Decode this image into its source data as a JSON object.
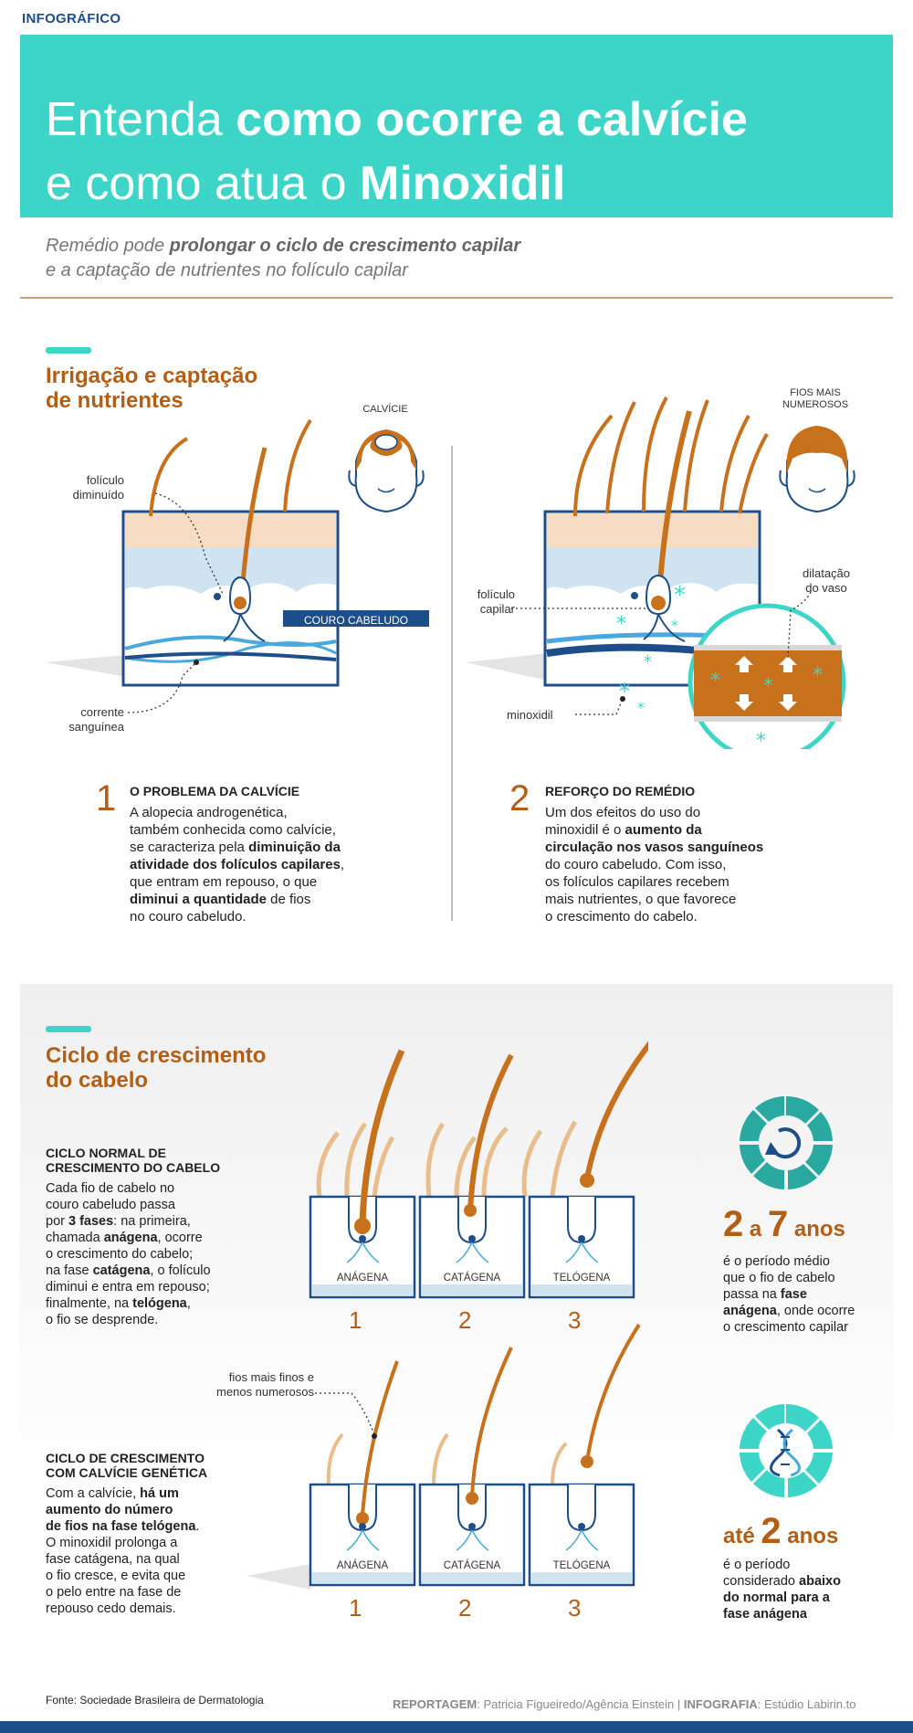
{
  "kicker": "INFOGRÁFICO",
  "hero": {
    "line1_light": "Entenda ",
    "line1_bold": "como ocorre a calvície",
    "line2_light": "e como atua o ",
    "line2_bold": "Minoxidil"
  },
  "subtitle": {
    "line1_a": "Remédio pode ",
    "line1_b": "prolongar o ciclo de crescimento capilar",
    "line2": "e a captação de nutrientes no folículo capilar"
  },
  "section1": {
    "title_line1": "Irrigação e captação",
    "title_line2": "de nutrientes",
    "label_calvicie": "CALVÍCIE",
    "label_fios_1": "FIOS MAIS",
    "label_fios_2": "NUMEROSOS",
    "label_foliculo_dim_1": "folículo",
    "label_foliculo_dim_2": "diminuído",
    "label_couro": "COURO CABELUDO",
    "label_corrente_1": "corrente",
    "label_corrente_2": "sanguínea",
    "label_foliculo_cap_1": "folículo",
    "label_foliculo_cap_2": "capilar",
    "label_dilatacao_1": "dilatação",
    "label_dilatacao_2": "do vaso",
    "label_minoxidil": "minoxidil",
    "step1": {
      "num": "1",
      "heading": "O PROBLEMA DA CALVÍCIE",
      "l1": "A alopecia androgenética,",
      "l2": "também conhecida como calvície,",
      "l3a": "se caracteriza pela ",
      "l3b": "diminuição da",
      "l4": "atividade dos folículos capilares",
      "l4c": ",",
      "l5": "que entram em repouso, o que",
      "l6a": "diminui a quantidade",
      "l6b": " de fios",
      "l7": "no couro cabeludo."
    },
    "step2": {
      "num": "2",
      "heading": "REFORÇO DO REMÉDIO",
      "l1": "Um dos efeitos do uso do",
      "l2a": "minoxidil é o ",
      "l2b": "aumento da",
      "l3": "circulação nos vasos sanguíneos",
      "l4": "do couro cabeludo. Com isso,",
      "l5": "os folículos capilares recebem",
      "l6": "mais nutrientes, o que favorece",
      "l7": "o crescimento do cabelo."
    }
  },
  "section2": {
    "title_line1": "Ciclo de crescimento",
    "title_line2": "do cabelo",
    "normal": {
      "heading1": "CICLO NORMAL DE",
      "heading2": "CRESCIMENTO DO CABELO",
      "l1": "Cada fio de cabelo no",
      "l2": "couro cabeludo passa",
      "l3a": "por ",
      "l3b": "3 fases",
      "l3c": ": na primeira,",
      "l4a": "chamada ",
      "l4b": "anágena",
      "l4c": ", ocorre",
      "l5": "o crescimento do cabelo;",
      "l6a": "na fase ",
      "l6b": "catágena",
      "l6c": ", o folículo",
      "l7": "diminui e entra em repouso;",
      "l8a": "finalmente, na ",
      "l8b": "telógena",
      "l8c": ",",
      "l9": "o fio se desprende."
    },
    "genetic": {
      "heading1": "CICLO DE CRESCIMENTO",
      "heading2": "COM CALVÍCIE GENÉTICA",
      "l1a": "Com a calvície, ",
      "l1b": "há um",
      "l2": "aumento do número",
      "l3": "de fios na fase telógena",
      "l3c": ".",
      "l4": "O minoxidil prolonga a",
      "l5": "fase catágena, na qual",
      "l6": "o fio cresce, e evita que",
      "l7": "o pelo entre na fase de",
      "l8": "repouso cedo demais."
    },
    "phases": [
      "ANÁGENA",
      "CATÁGENA",
      "TELÓGENA"
    ],
    "phase_nums": [
      "1",
      "2",
      "3"
    ],
    "label_finos_1": "fios mais finos e",
    "label_finos_2": "menos numerosos",
    "stat1": {
      "a": "2",
      "mid": " a ",
      "b": "7",
      "unit": " anos",
      "l1": "é o período médio",
      "l2": "que o fio de cabelo",
      "l3a": "passa na ",
      "l3b": "fase",
      "l4a": "anágena",
      "l4b": ", onde ocorre",
      "l5": "o crescimento capilar"
    },
    "stat2": {
      "pre": "até ",
      "a": "2",
      "unit": " anos",
      "l1": "é o período",
      "l2a": "considerado ",
      "l2b": "abaixo",
      "l3": "do normal para a",
      "l4": "fase anágena"
    }
  },
  "footer": {
    "source": "Fonte: Sociedade Brasileira de Dermatologia",
    "rep_label": "REPORTAGEM",
    "rep_value": ": Patricia Figueiredo/Agência Einstein | ",
    "info_label": "INFOGRAFIA",
    "info_value": ": Estúdio Labirin.to"
  },
  "colors": {
    "teal": "#3dd5c8",
    "brown": "#b35e14",
    "navy": "#1d4e89",
    "skin": "#f7dcc4",
    "hair": "#c8711c"
  }
}
